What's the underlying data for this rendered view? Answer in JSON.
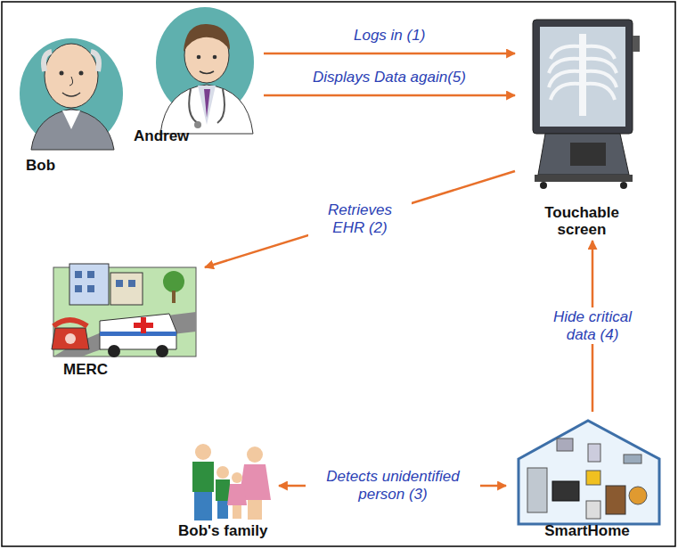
{
  "diagram": {
    "nodes": [
      {
        "text": [
          "Bob"
        ]
      },
      {
        "text": [
          "Andrew"
        ]
      },
      {
        "text": [
          "Touchable screen"
        ]
      },
      {
        "text": [
          "MERC"
        ]
      },
      {
        "text": [
          "Bob's family"
        ]
      },
      {
        "text": [
          "SmartHome"
        ]
      }
    ],
    "edges": [
      {
        "from": 1,
        "to": 2,
        "label": "Logs in (1)",
        "arrow": "to"
      },
      {
        "from": 1,
        "to": 2,
        "label": "Displays Data again(5)",
        "arrow": "to"
      },
      {
        "from": 2,
        "to": 3,
        "label": "Retrieves EHR (2)",
        "arrow": "to"
      },
      {
        "from": 4,
        "to": 5,
        "label": "Detects unidentified person (3)",
        "arrow": "both"
      },
      {
        "from": 5,
        "to": 2,
        "label": "Hide critical data (4)",
        "arrow": "to"
      }
    ]
  }
}
